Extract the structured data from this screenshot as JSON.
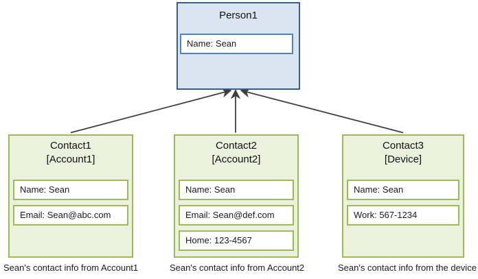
{
  "person": {
    "title": "Person1",
    "fields": [
      "Name: Sean"
    ]
  },
  "contacts": [
    {
      "title": "Contact1",
      "subtitle": "[Account1]",
      "fields": [
        "Name: Sean",
        "Email: Sean@abc.com"
      ],
      "caption": "Sean's contact info from Account1"
    },
    {
      "title": "Contact2",
      "subtitle": "[Account2]",
      "fields": [
        "Name: Sean",
        "Email: Sean@def.com",
        "Home: 123-4567"
      ],
      "caption": "Sean's contact info from Account2"
    },
    {
      "title": "Contact3",
      "subtitle": "[Device]",
      "fields": [
        "Name: Sean",
        "Work: 567-1234"
      ],
      "caption": "Sean's contact info from the device"
    }
  ],
  "colors": {
    "person_border": "#385d8a",
    "person_fill": "#dbe5f1",
    "person_field_border": "#4f81bd",
    "contact_border": "#9bbb59",
    "contact_fill": "#ebf1dd",
    "arrow": "#3f3f3f"
  }
}
